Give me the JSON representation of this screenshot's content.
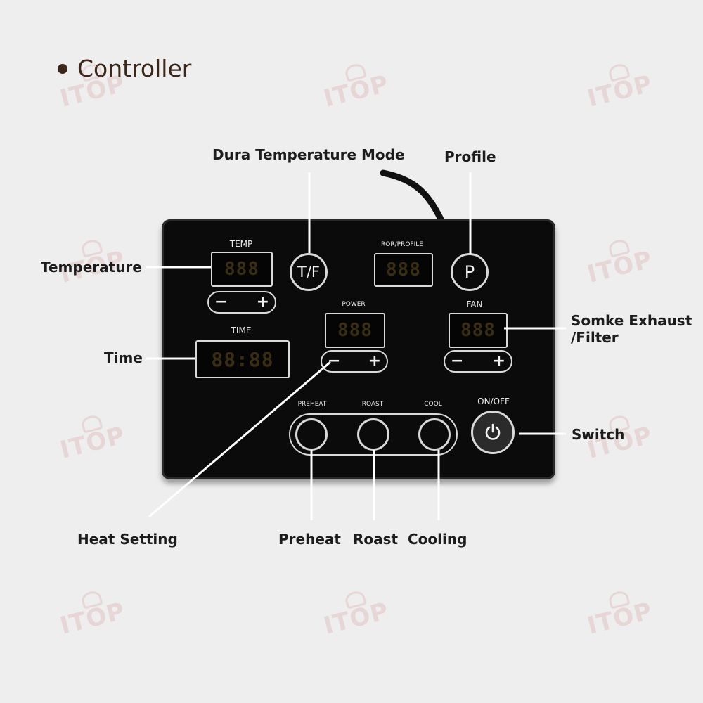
{
  "title": "Controller",
  "watermark": "ITOP",
  "panel": {
    "temp_label": "TEMP",
    "time_label": "TIME",
    "ror_label": "ROR/PROFILE",
    "power_label": "POWER",
    "fan_label": "FAN",
    "preheat_label": "PREHEAT",
    "roast_label": "ROAST",
    "cool_label": "COOL",
    "onoff_label": "ON/OFF",
    "tf_button": "T/F",
    "p_button": "P",
    "minus": "−",
    "plus": "+",
    "temp_display": "888",
    "ror_display": "888",
    "power_display": "888",
    "fan_display": "888",
    "time_display": "88:88"
  },
  "callouts": {
    "dura_mode": "Dura Temperature Mode",
    "profile": "Profile",
    "temperature": "Temperature",
    "time": "Time",
    "smoke_line1": "Somke Exhaust",
    "smoke_line2": "/Filter",
    "switch": "Switch",
    "heat_setting": "Heat Setting",
    "preheat": "Preheat",
    "roast": "Roast",
    "cooling": "Cooling"
  },
  "colors": {
    "background": "#eeeeee",
    "title": "#3b2618",
    "device": "#0b0b0b",
    "outline": "#d9d9d9"
  }
}
